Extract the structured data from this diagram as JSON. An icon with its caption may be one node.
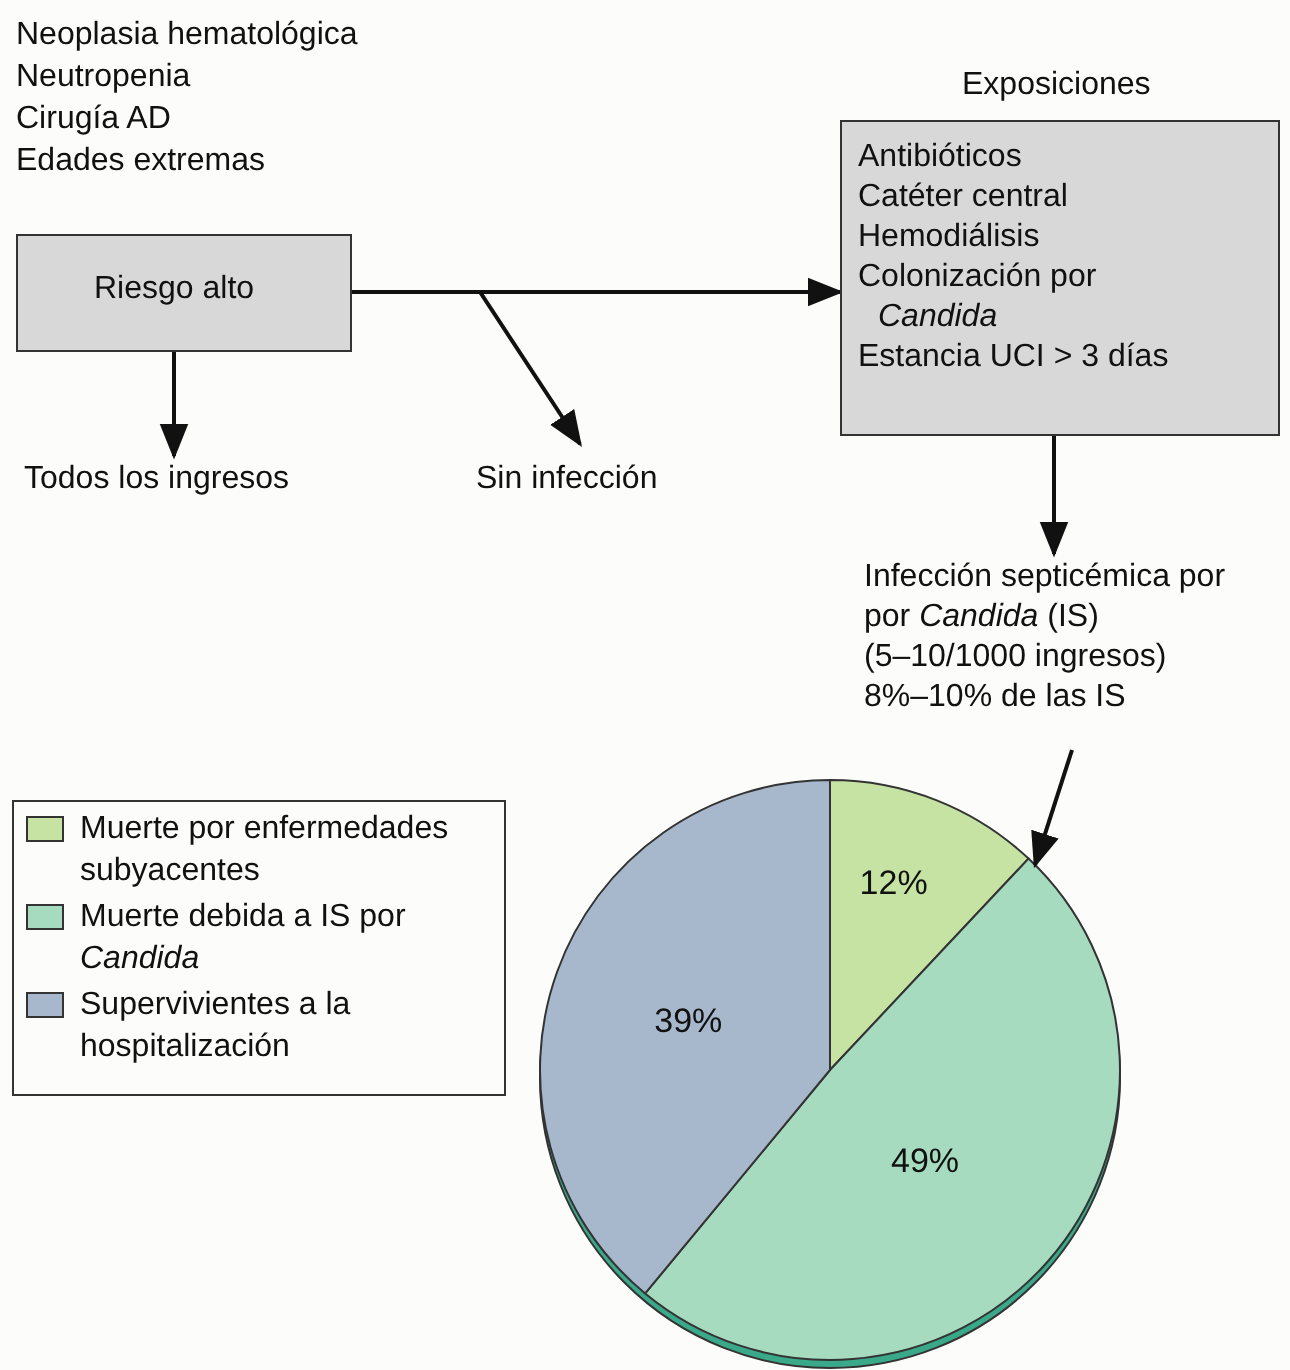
{
  "diagram": {
    "nodes": [
      {
        "text": [
          "Riesgo alto"
        ]
      },
      {
        "text": [
          "Todos los ingresos"
        ]
      },
      {
        "text": [
          "Sin infección"
        ]
      },
      {
        "text": [
          "Exposiciones",
          "Antibióticos",
          "Catéter central",
          "Hemodiálisis",
          "Colonización por *Candida*",
          "Estancia UCI > 3 días"
        ]
      },
      {
        "text": [
          "Infección septicémica por por *Candida* (IS)",
          "(5–10/1000 ingresos)",
          "8%–10% de las IS"
        ]
      },
      {
        "text": [],
        "shape": "circle"
      }
    ],
    "edges": [
      {
        "from": 0,
        "to": 1,
        "arrow": "to"
      },
      {
        "from": 0,
        "to": 3,
        "arrow": "to"
      },
      {
        "from": 0,
        "to": 2,
        "arrow": "to"
      },
      {
        "from": 3,
        "to": 4,
        "arrow": "to"
      },
      {
        "from": 4,
        "to": 5,
        "arrow": "to"
      }
    ],
    "labels": [
      "Neoplasia hematológica",
      "Neutropenia",
      "Cirugía AD",
      "Edades extremas"
    ],
    "legend": [
      {
        "text": "Muerte por enfermedades subyacentes",
        "color": "#c6e3a3"
      },
      {
        "text": "Muerte debida a IS por *Candida*",
        "color": "#a6dbbf"
      },
      {
        "text": "Supervivientes a la hospitalización",
        "color": "#a8b8cc"
      }
    ],
    "chart_data": {
      "type": "pie",
      "values": [
        12,
        49,
        39
      ],
      "value_labels": [
        "12%",
        "49%",
        "39%"
      ]
    }
  }
}
